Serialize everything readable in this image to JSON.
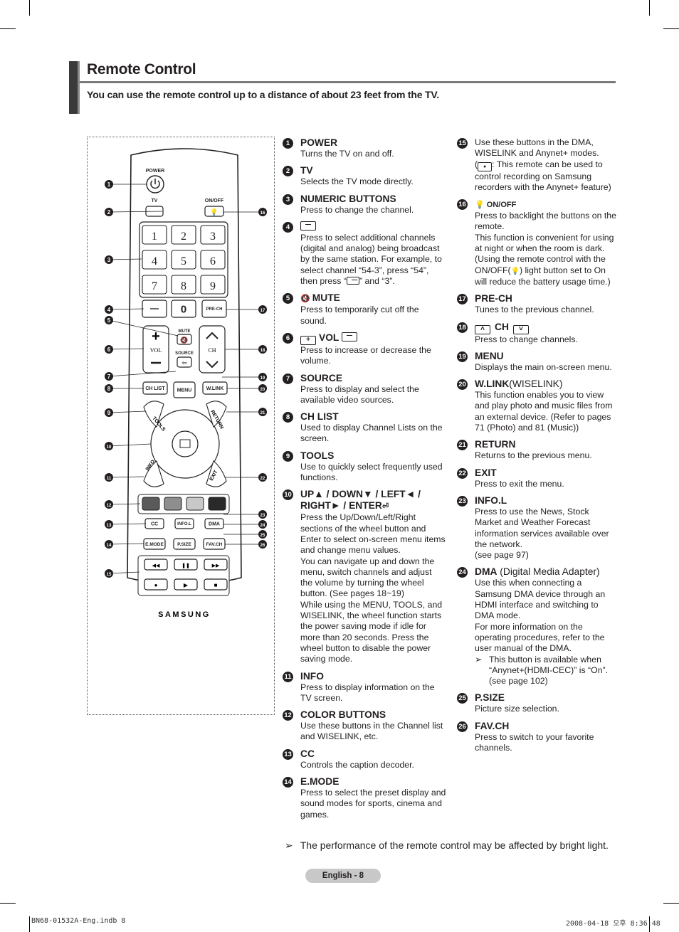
{
  "header": {
    "title": "Remote Control",
    "subtitle": "You can use the remote control up to a distance of about 23 feet from the TV."
  },
  "remote": {
    "labels": {
      "power": "POWER",
      "tv": "TV",
      "onoff": "ON/OFF",
      "mute": "MUTE",
      "vol": "VOL",
      "ch": "CH",
      "source": "SOURCE",
      "prech": "PRE-CH",
      "chlist": "CH LIST",
      "menu": "MENU",
      "wlink": "W.LINK",
      "tools": "TOOLS",
      "return": "RETURN",
      "info": "INFO",
      "exit": "EXIT",
      "cc": "CC",
      "infol": "INFO.L",
      "dma": "DMA",
      "emode": "E.MODE",
      "psize": "P.SIZE",
      "favch": "FAV.CH",
      "brand": "SAMSUNG"
    },
    "digits": [
      "1",
      "2",
      "3",
      "4",
      "5",
      "6",
      "7",
      "8",
      "9"
    ],
    "zero": "0",
    "callouts_left": [
      "1",
      "2",
      "3",
      "4",
      "5",
      "6",
      "7",
      "8",
      "9",
      "10",
      "11",
      "12",
      "13",
      "14",
      "15"
    ],
    "callouts_right": [
      "16",
      "17",
      "18",
      "19",
      "20",
      "21",
      "22",
      "23",
      "24",
      "25",
      "26"
    ],
    "color_buttons": [
      "#5a5a5a",
      "#8e8e8e",
      "#c8c8c8",
      "#2a2a2a"
    ]
  },
  "items_col1": [
    {
      "num": "1",
      "title": "POWER",
      "desc": "Turns the TV on and off."
    },
    {
      "num": "2",
      "title": "TV",
      "desc": "Selects the TV mode directly."
    },
    {
      "num": "3",
      "title": "NUMERIC BUTTONS",
      "desc": "Press to change the channel."
    },
    {
      "num": "4",
      "title": "",
      "desc": "Press to select additional channels (digital and analog) being broadcast by the same station. For example, to select channel “54-3”, press “54”, then press “",
      "desc_tail": "” and “3”."
    },
    {
      "num": "5",
      "title": "MUTE",
      "desc": "Press to temporarily cut off the sound."
    },
    {
      "num": "6",
      "title": "VOL",
      "desc": "Press to increase or decrease the volume."
    },
    {
      "num": "7",
      "title": "SOURCE",
      "desc": "Press to display and select the available video sources."
    },
    {
      "num": "8",
      "title": "CH LIST",
      "desc": "Used to display Channel Lists on the screen."
    },
    {
      "num": "9",
      "title": "TOOLS",
      "desc": "Use to quickly select frequently used functions."
    },
    {
      "num": "10",
      "title": "UP▲ / DOWN▼ / LEFT◄ / RIGHT► / ENTER",
      "desc": "Press the Up/Down/Left/Right sections of the wheel button and Enter to select on-screen menu items and change menu values.\nYou can navigate up and down the menu, switch channels and adjust the volume by turning the wheel button. (See pages 18~19)\nWhile using the MENU, TOOLS, and WISELINK, the wheel function starts the power saving mode if idle for more than 20 seconds. Press the wheel button to disable the power saving mode."
    },
    {
      "num": "11",
      "title": "INFO",
      "desc": "Press to display information on the TV screen."
    },
    {
      "num": "12",
      "title": "COLOR BUTTONS",
      "desc": "Use these buttons in the Channel list and WISELINK, etc."
    },
    {
      "num": "13",
      "title": "CC",
      "desc": "Controls the caption decoder."
    },
    {
      "num": "14",
      "title": "E.MODE",
      "desc": "Press to select the preset display and sound modes for sports, cinema and games."
    }
  ],
  "items_col2": [
    {
      "num": "15",
      "title": "",
      "desc": "Use these buttons in the DMA, WISELINK and Anynet+ modes.\n(",
      "desc_tail": ": This remote can be used to control recording on Samsung recorders with the Anynet+ feature)"
    },
    {
      "num": "16",
      "title": "ON/OFF",
      "desc": "Press to backlight the buttons on the remote.\nThis function is convenient for using at night or when the room is dark.\n(Using the remote control with the ON/OFF(",
      "desc_tail": ") light button set to On will reduce the battery usage time.)"
    },
    {
      "num": "17",
      "title": "PRE-CH",
      "desc": "Tunes to the previous channel."
    },
    {
      "num": "18",
      "title": "CH",
      "desc": "Press to change channels."
    },
    {
      "num": "19",
      "title": "MENU",
      "desc": "Displays the main on-screen menu."
    },
    {
      "num": "20",
      "title": "W.LINK",
      "title_plain": "(WISELINK)",
      "desc": "This function enables you to view and play photo and music files from an external device. (Refer to pages 71 (Photo) and 81 (Music))"
    },
    {
      "num": "21",
      "title": "RETURN",
      "desc": "Returns to the previous menu."
    },
    {
      "num": "22",
      "title": "EXIT",
      "desc": "Press to exit the menu."
    },
    {
      "num": "23",
      "title": "INFO.L",
      "desc": "Press to use the News, Stock Market and Weather Forecast information services available over the network.\n(see page 97)"
    },
    {
      "num": "24",
      "title": "DMA",
      "title_plain": " (Digital Media Adapter)",
      "desc": "Use this when connecting a Samsung DMA device through an HDMI interface and switching to DMA mode.\nFor more information on the operating procedures, refer to the user manual of the DMA.",
      "note": "This button is available when “Anynet+(HDMI-CEC)” is “On”. (see page 102)"
    },
    {
      "num": "25",
      "title": "P.SIZE",
      "desc": "Picture size selection."
    },
    {
      "num": "26",
      "title": "FAV.CH",
      "desc": "Press to switch to your favorite channels."
    }
  ],
  "footer": {
    "note": "The performance of the remote control may be affected by bright light.",
    "page_label": "English - 8",
    "slug_left": "BN68-01532A-Eng.indb   8",
    "slug_right": "2008-04-18   오후 8:36:48"
  }
}
